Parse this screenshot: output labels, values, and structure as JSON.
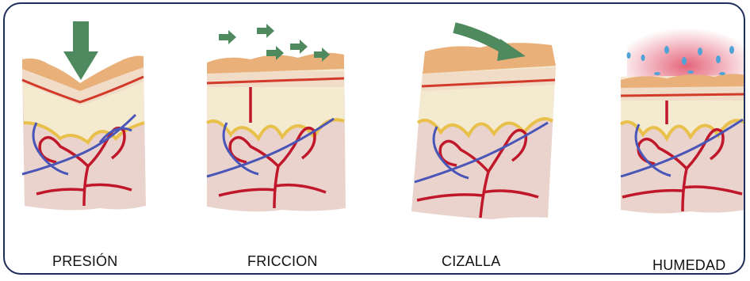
{
  "panels": [
    {
      "label": "PRESIÓN"
    },
    {
      "label": "FRICCION"
    },
    {
      "label": "CIZALLA"
    },
    {
      "label": "HUMEDAD"
    }
  ],
  "colors": {
    "frame": "#1f2d5a",
    "epidermis": "#e9b07a",
    "dermis_line": "#d23a2a",
    "dermis": "#f1dcc7",
    "fat_line": "#e8c04a",
    "fat": "#f4ead0",
    "hypodermis": "#e9d3cc",
    "artery": "#c0182a",
    "vein": "#4a55b8",
    "arrow": "#4f8a5f",
    "water": "#4fa3d6"
  }
}
